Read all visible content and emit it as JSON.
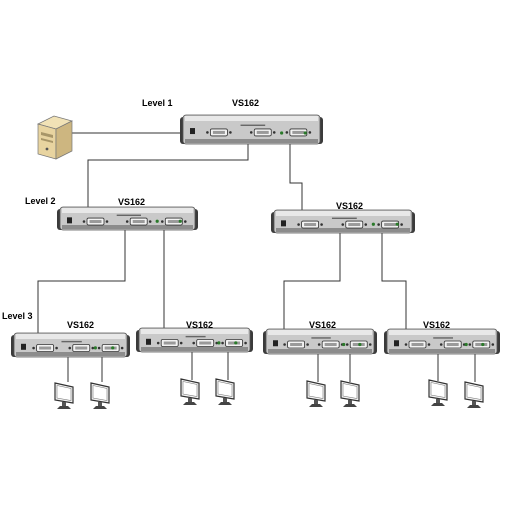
{
  "diagram": {
    "levels": [
      "Level 1",
      "Level 2",
      "Level 3"
    ],
    "device_model": "VS162",
    "nodes": [
      {
        "id": "pc",
        "kind": "computer",
        "icon": "pc-tower-icon"
      },
      {
        "id": "s1",
        "kind": "splitter",
        "level": "Level 1",
        "model": "VS162"
      },
      {
        "id": "s2a",
        "kind": "splitter",
        "level": "Level 2",
        "model": "VS162"
      },
      {
        "id": "s2b",
        "kind": "splitter",
        "level": "Level 2",
        "model": "VS162"
      },
      {
        "id": "s3a",
        "kind": "splitter",
        "level": "Level 3",
        "model": "VS162"
      },
      {
        "id": "s3b",
        "kind": "splitter",
        "level": "Level 3",
        "model": "VS162"
      },
      {
        "id": "s3c",
        "kind": "splitter",
        "level": "Level 3",
        "model": "VS162"
      },
      {
        "id": "s3d",
        "kind": "splitter",
        "level": "Level 3",
        "model": "VS162"
      },
      {
        "id": "m1",
        "kind": "monitor",
        "icon": "monitor-icon"
      },
      {
        "id": "m2",
        "kind": "monitor",
        "icon": "monitor-icon"
      },
      {
        "id": "m3",
        "kind": "monitor",
        "icon": "monitor-icon"
      },
      {
        "id": "m4",
        "kind": "monitor",
        "icon": "monitor-icon"
      },
      {
        "id": "m5",
        "kind": "monitor",
        "icon": "monitor-icon"
      },
      {
        "id": "m6",
        "kind": "monitor",
        "icon": "monitor-icon"
      },
      {
        "id": "m7",
        "kind": "monitor",
        "icon": "monitor-icon"
      },
      {
        "id": "m8",
        "kind": "monitor",
        "icon": "monitor-icon"
      }
    ],
    "edges": [
      [
        "pc",
        "s1"
      ],
      [
        "s1",
        "s2a"
      ],
      [
        "s1",
        "s2b"
      ],
      [
        "s2a",
        "s3a"
      ],
      [
        "s2a",
        "s3b"
      ],
      [
        "s2b",
        "s3c"
      ],
      [
        "s2b",
        "s3d"
      ],
      [
        "s3a",
        "m1"
      ],
      [
        "s3a",
        "m2"
      ],
      [
        "s3b",
        "m3"
      ],
      [
        "s3b",
        "m4"
      ],
      [
        "s3c",
        "m5"
      ],
      [
        "s3c",
        "m6"
      ],
      [
        "s3d",
        "m7"
      ],
      [
        "s3d",
        "m8"
      ]
    ]
  }
}
